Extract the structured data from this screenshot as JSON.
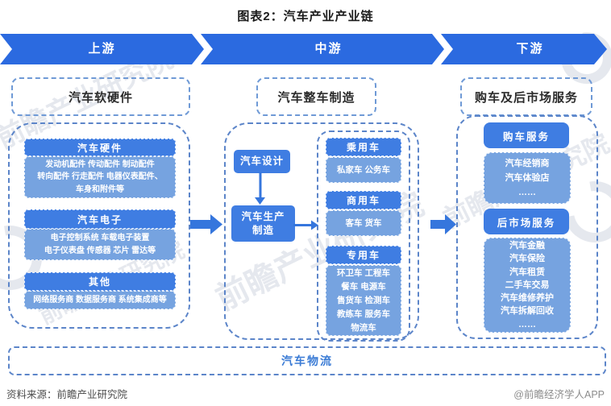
{
  "title": "图表2：汽车产业产业链",
  "banner": {
    "segments": [
      {
        "label": "上游"
      },
      {
        "label": "中游"
      },
      {
        "label": "下游"
      }
    ]
  },
  "columns": {
    "upstream": {
      "header": "汽车软硬件",
      "groups": [
        {
          "title": "汽车硬件",
          "content": "发动机配件 传动配件 制动配件\n转向配件 行走配件 电器仪表配件、\n车身和附件等"
        },
        {
          "title": "汽车电子",
          "content": "电子控制系统 车载电子装置\n电子仪表盘 传感器 芯片 雷达等"
        },
        {
          "title": "其他",
          "content": "网络服务商 数据服务商 系统集成商等"
        }
      ]
    },
    "midstream": {
      "header": "汽车整车制造",
      "design_box": "汽车设计",
      "production_box": "汽车生产\n制造",
      "vehicle_types": [
        {
          "title": "乘用车",
          "content": "私家车 公务车"
        },
        {
          "title": "商用车",
          "content": "客车 货车"
        },
        {
          "title": "专用车",
          "content": "环卫车 工程车\n餐车 电源车\n售货车 检测车\n教练车 服务车\n物流车"
        }
      ]
    },
    "downstream": {
      "header": "购车及后市场服务",
      "groups": [
        {
          "title": "购车服务",
          "content": "汽车经销商\n汽车体验店\n……"
        },
        {
          "title": "后市场服务",
          "content": "汽车金融\n汽车保险\n汽车租赁\n二手车交易\n汽车维修养护\n汽车拆解回收\n……"
        }
      ]
    }
  },
  "logistics_label": "汽车物流",
  "footer": {
    "source": "资料来源：前瞻产业研究院",
    "brand": "@前瞻经济学人APP"
  },
  "watermark_text": "前瞻产业研究院",
  "colors": {
    "banner-blue": "#2b6ae0",
    "box-blue": "#3f7de2",
    "box-blue-light": "#76a3e0",
    "dash": "#5c85c9",
    "hdr-dash": "#6f9ad6",
    "logistics-text": "#3a7bd5",
    "title-color": "#1a1a1a",
    "source-color": "#4d4d4d",
    "brand-color": "#8c8c8c",
    "watermark": "rgba(168,180,198,0.30)",
    "arrow-blue": "#3576dd"
  }
}
